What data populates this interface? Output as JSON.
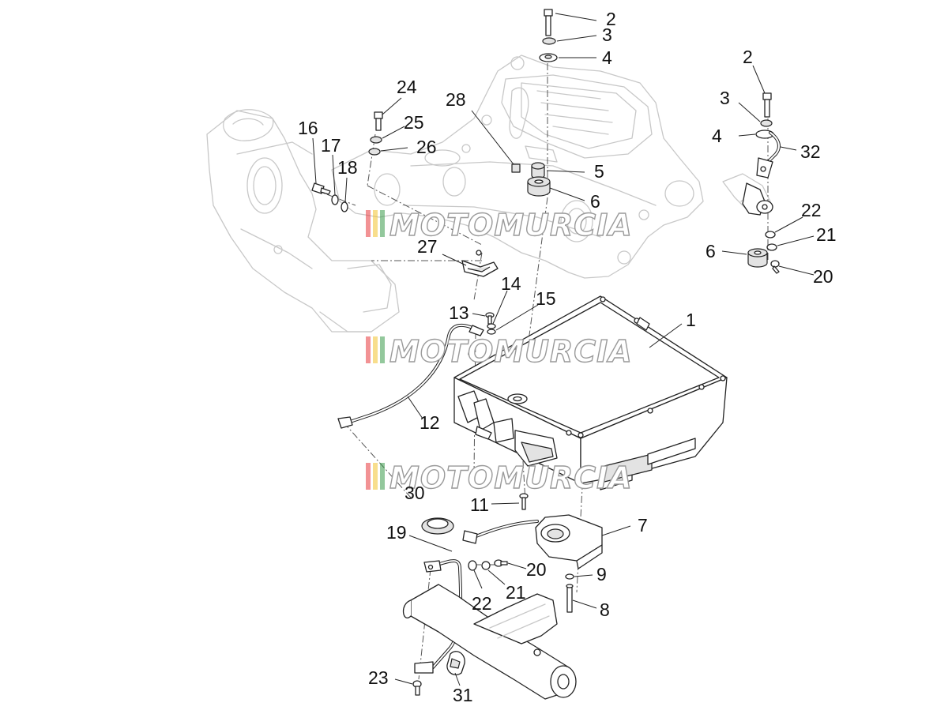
{
  "callouts": [
    {
      "id": "c1",
      "label": "1"
    },
    {
      "id": "c2a",
      "label": "2"
    },
    {
      "id": "c3a",
      "label": "3"
    },
    {
      "id": "c4a",
      "label": "4"
    },
    {
      "id": "c2b",
      "label": "2"
    },
    {
      "id": "c3b",
      "label": "3"
    },
    {
      "id": "c4b",
      "label": "4"
    },
    {
      "id": "c32",
      "label": "32"
    },
    {
      "id": "c5",
      "label": "5"
    },
    {
      "id": "c6a",
      "label": "6"
    },
    {
      "id": "c6b",
      "label": "6"
    },
    {
      "id": "c28",
      "label": "28"
    },
    {
      "id": "c24",
      "label": "24"
    },
    {
      "id": "c25",
      "label": "25"
    },
    {
      "id": "c26",
      "label": "26"
    },
    {
      "id": "c16",
      "label": "16"
    },
    {
      "id": "c17",
      "label": "17"
    },
    {
      "id": "c18",
      "label": "18"
    },
    {
      "id": "c27",
      "label": "27"
    },
    {
      "id": "c22a",
      "label": "22"
    },
    {
      "id": "c21a",
      "label": "21"
    },
    {
      "id": "c20a",
      "label": "20"
    },
    {
      "id": "c14",
      "label": "14"
    },
    {
      "id": "c13",
      "label": "13"
    },
    {
      "id": "c15",
      "label": "15"
    },
    {
      "id": "c12",
      "label": "12"
    },
    {
      "id": "c30",
      "label": "30"
    },
    {
      "id": "c11",
      "label": "11"
    },
    {
      "id": "c7",
      "label": "7"
    },
    {
      "id": "c19",
      "label": "19"
    },
    {
      "id": "c20b",
      "label": "20"
    },
    {
      "id": "c21b",
      "label": "21"
    },
    {
      "id": "c22b",
      "label": "22"
    },
    {
      "id": "c9",
      "label": "9"
    },
    {
      "id": "c8",
      "label": "8"
    },
    {
      "id": "c23",
      "label": "23"
    },
    {
      "id": "c31",
      "label": "31"
    }
  ],
  "watermark": {
    "text": "MOTOMURCIA",
    "stripe_colors": [
      "#e8383d",
      "#f2c230",
      "#3a9a4a"
    ]
  }
}
